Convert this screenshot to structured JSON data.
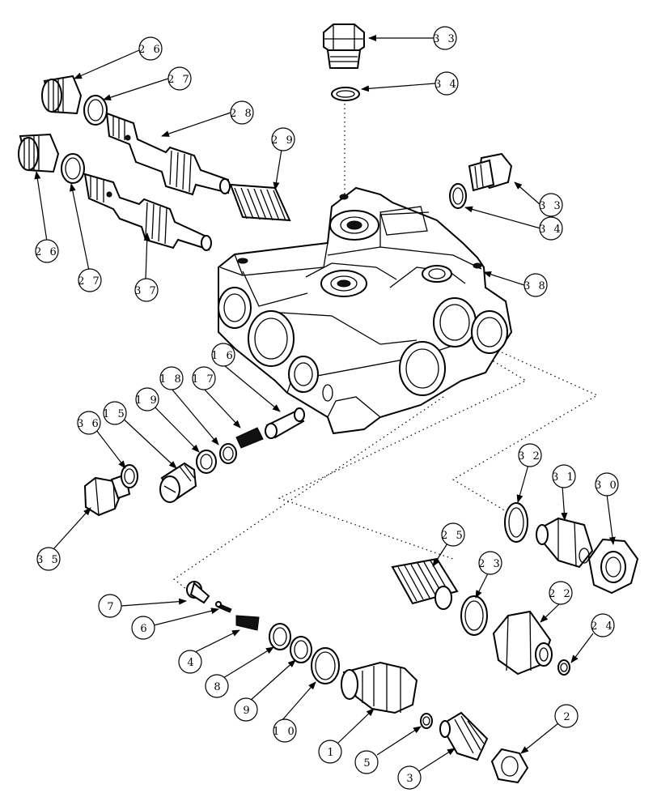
{
  "diagram": {
    "callouts": [
      {
        "id": "c33a",
        "label": "3 3"
      },
      {
        "id": "c34a",
        "label": "3 4"
      },
      {
        "id": "c26a",
        "label": "2 6"
      },
      {
        "id": "c27a",
        "label": "2 7"
      },
      {
        "id": "c28",
        "label": "2 8"
      },
      {
        "id": "c29",
        "label": "2 9"
      },
      {
        "id": "c26b",
        "label": "2 6"
      },
      {
        "id": "c27b",
        "label": "2 7"
      },
      {
        "id": "c37",
        "label": "3 7"
      },
      {
        "id": "c33b",
        "label": "3 3"
      },
      {
        "id": "c34b",
        "label": "3 4"
      },
      {
        "id": "c38",
        "label": "3 8"
      },
      {
        "id": "c16",
        "label": "1 6"
      },
      {
        "id": "c17",
        "label": "1 7"
      },
      {
        "id": "c18",
        "label": "1 8"
      },
      {
        "id": "c19",
        "label": "1 9"
      },
      {
        "id": "c15",
        "label": "1 5"
      },
      {
        "id": "c36",
        "label": "3 6"
      },
      {
        "id": "c35",
        "label": "3 5"
      },
      {
        "id": "c32",
        "label": "3 2"
      },
      {
        "id": "c31",
        "label": "3 1"
      },
      {
        "id": "c30",
        "label": "3 0"
      },
      {
        "id": "c25",
        "label": "2 5"
      },
      {
        "id": "c23",
        "label": "2 3"
      },
      {
        "id": "c22",
        "label": "2 2"
      },
      {
        "id": "c24",
        "label": "2 4"
      },
      {
        "id": "c7",
        "label": "7"
      },
      {
        "id": "c6",
        "label": "6"
      },
      {
        "id": "c4",
        "label": "4"
      },
      {
        "id": "c8",
        "label": "8"
      },
      {
        "id": "c9",
        "label": "9"
      },
      {
        "id": "c10",
        "label": "1 0"
      },
      {
        "id": "c1",
        "label": "1"
      },
      {
        "id": "c5",
        "label": "5"
      },
      {
        "id": "c2",
        "label": "2"
      },
      {
        "id": "c3",
        "label": "3"
      }
    ]
  }
}
